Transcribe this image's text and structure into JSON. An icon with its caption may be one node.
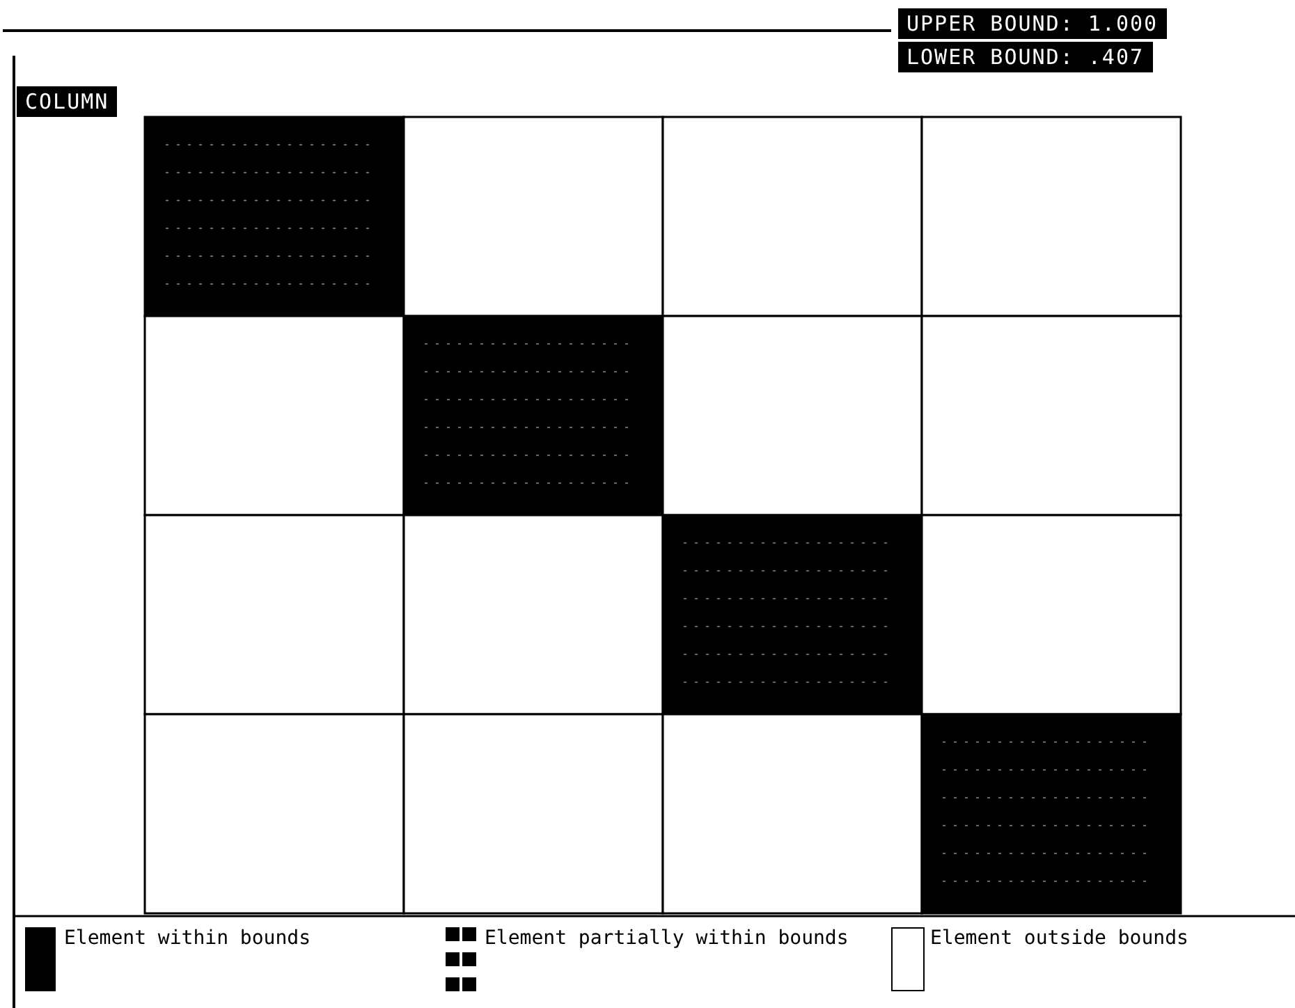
{
  "diagram": {
    "labels": [
      "COLUMN",
      "UPPER BOUND: 1.000",
      "LOWER BOUND: .407"
    ],
    "legend": [
      {
        "text": "Element within bounds",
        "color": "#000000"
      },
      {
        "text": "Element partially within bounds"
      },
      {
        "text": "Element outside bounds"
      }
    ]
  }
}
